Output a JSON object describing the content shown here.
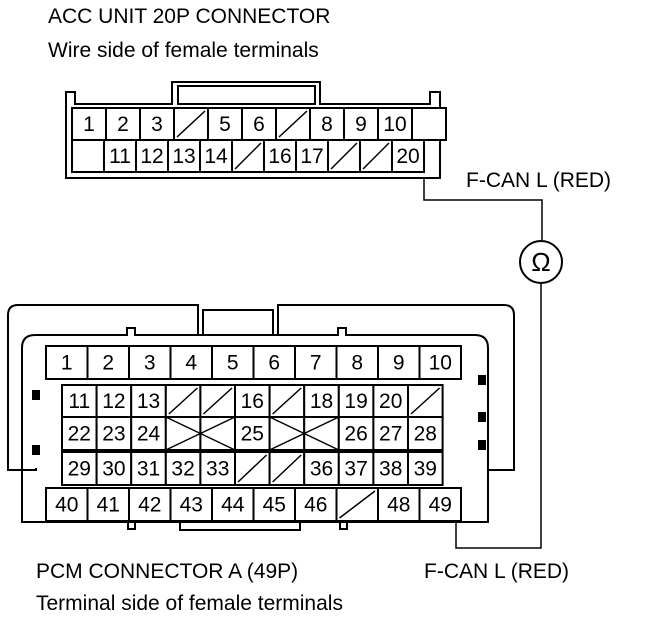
{
  "acc_connector": {
    "title": "ACC UNIT 20P CONNECTOR",
    "subtitle": "Wire side of female terminals",
    "row1": [
      "1",
      "2",
      "3",
      "/",
      "5",
      "6",
      "/",
      "8",
      "9",
      "10",
      ""
    ],
    "row2": [
      "",
      "11",
      "12",
      "13",
      "14",
      "/",
      "16",
      "17",
      "/",
      "/",
      "20"
    ]
  },
  "pcm_connector": {
    "title": "PCM CONNECTOR A (49P)",
    "subtitle": "Terminal side of female terminals",
    "row1": [
      "1",
      "2",
      "3",
      "4",
      "5",
      "6",
      "7",
      "8",
      "9",
      "10"
    ],
    "row2": [
      "11",
      "12",
      "13",
      "/",
      "/",
      "16",
      "/",
      "18",
      "19",
      "20",
      "/"
    ],
    "row3": [
      "22",
      "23",
      "24",
      "x",
      "x",
      "25",
      "x",
      "x",
      "26",
      "27",
      "28"
    ],
    "row4": [
      "29",
      "30",
      "31",
      "32",
      "33",
      "/",
      "/",
      "36",
      "37",
      "38",
      "39"
    ],
    "row5": [
      "40",
      "41",
      "42",
      "43",
      "44",
      "45",
      "46",
      "/",
      "48",
      "49"
    ]
  },
  "meter": {
    "symbol": "Ω"
  },
  "labels": {
    "acc_wire": "F-CAN L (RED)",
    "pcm_wire": "F-CAN L (RED)"
  }
}
